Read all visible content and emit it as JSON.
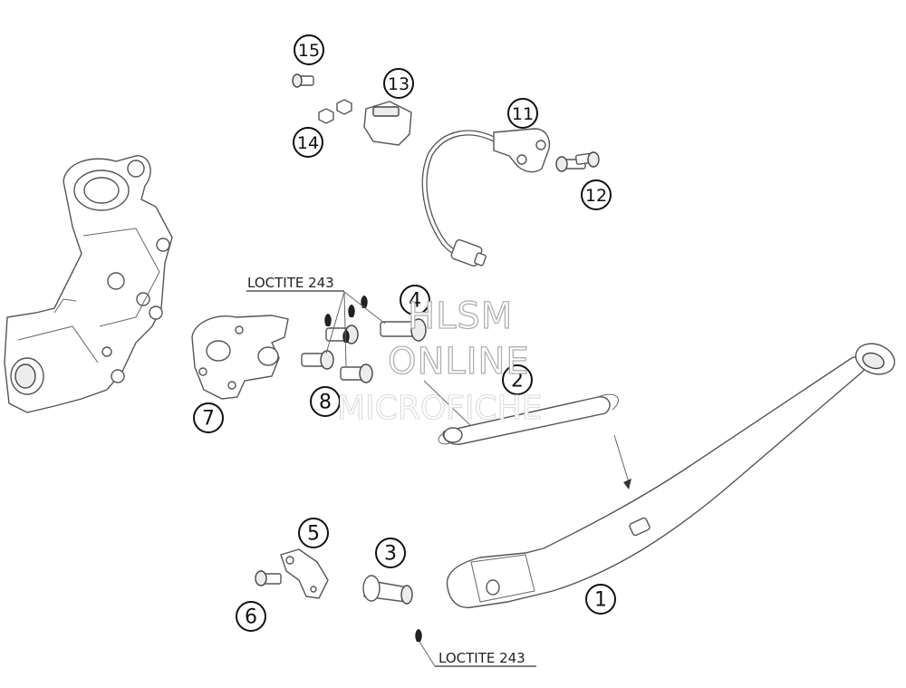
{
  "callouts": [
    {
      "id": "1",
      "label": "1"
    },
    {
      "id": "2",
      "label": "2"
    },
    {
      "id": "3",
      "label": "3"
    },
    {
      "id": "4",
      "label": "4"
    },
    {
      "id": "5",
      "label": "5"
    },
    {
      "id": "6",
      "label": "6"
    },
    {
      "id": "7",
      "label": "7"
    },
    {
      "id": "8",
      "label": "8"
    },
    {
      "id": "11",
      "label": "11"
    },
    {
      "id": "12",
      "label": "12"
    },
    {
      "id": "13",
      "label": "13"
    },
    {
      "id": "14",
      "label": "14"
    },
    {
      "id": "15",
      "label": "15"
    }
  ],
  "notes": {
    "loctite_top": "LOCTITE 243",
    "loctite_bottom": "LOCTITE 243"
  },
  "watermark": {
    "line1": "HLSM",
    "line2": "ONLINE",
    "line3": "MICROFICHE"
  }
}
